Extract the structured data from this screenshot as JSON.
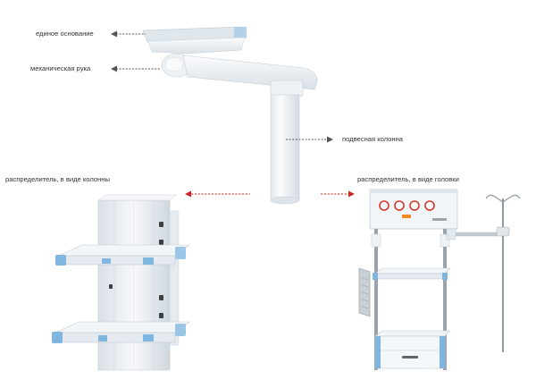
{
  "labels": {
    "base": "единое основание",
    "arm": "механическая рука",
    "column": "подвесная колонна",
    "column_distributor": "распределитель, в виде колонны",
    "head_distributor": "распределитель, в виде головки"
  },
  "colors": {
    "leader_gray": "#555555",
    "leader_red": "#c62828",
    "equipment_white": "#f1f4f6",
    "equipment_shadow": "#d6dde3",
    "accent_blue": "#7fb6e0",
    "pole_gray": "#9aa3aa",
    "socket_red": "#d9362b",
    "socket_orange": "#f08a24"
  },
  "icons": {
    "arrow_left": "arrow-left-icon",
    "arrow_right": "arrow-right-icon"
  }
}
